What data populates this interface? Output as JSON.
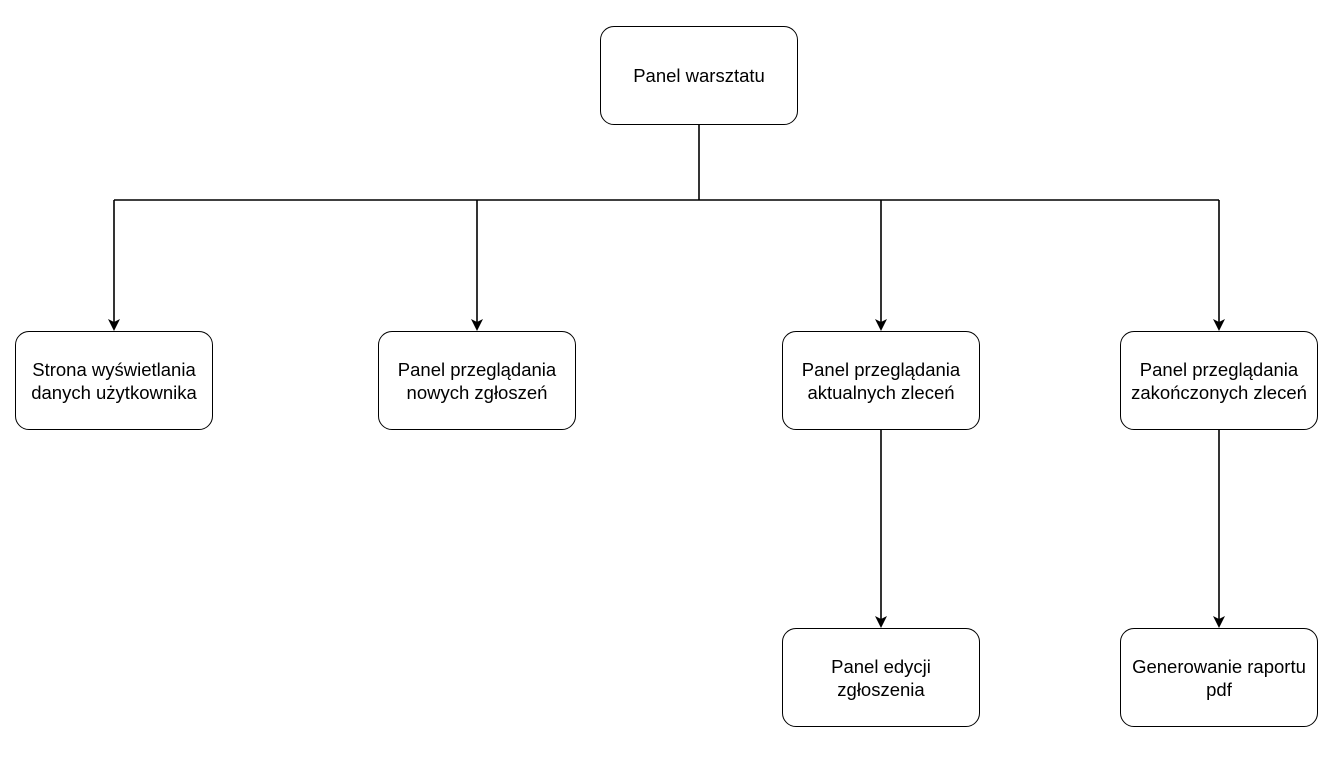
{
  "nodes": {
    "root": "Panel warsztatu",
    "user_data": "Strona wyświetlania\ndanych użytkownika",
    "new_reports": "Panel przeglądania\nnowych zgłoszeń",
    "current_orders": "Panel przeglądania\naktualnych zleceń",
    "completed_orders": "Panel przeglądania\nzakończonych zleceń",
    "edit_report": "Panel edycji\nzgłoszenia",
    "pdf_report": "Generowanie raportu\npdf"
  },
  "edges": [
    {
      "from": "root",
      "to": "user_data"
    },
    {
      "from": "root",
      "to": "new_reports"
    },
    {
      "from": "root",
      "to": "current_orders"
    },
    {
      "from": "root",
      "to": "completed_orders"
    },
    {
      "from": "current_orders",
      "to": "edit_report"
    },
    {
      "from": "completed_orders",
      "to": "pdf_report"
    }
  ],
  "colors": {
    "stroke": "#000000",
    "fill": "#ffffff",
    "text": "#000000"
  }
}
